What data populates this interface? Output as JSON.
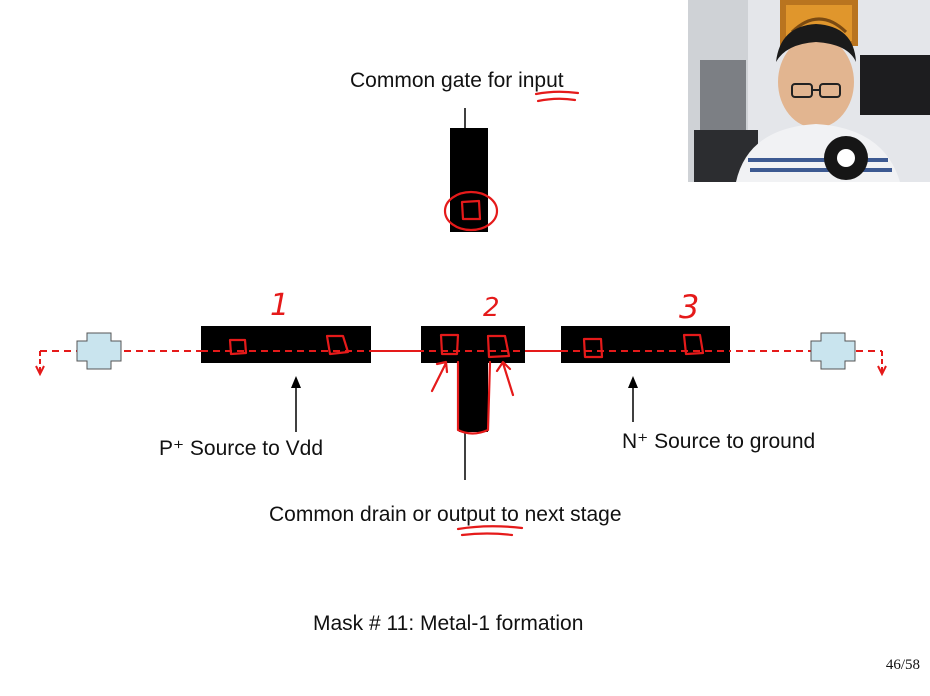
{
  "labels": {
    "gate": "Common gate for input",
    "p_source": "P⁺ Source to Vdd",
    "n_source": "N⁺ Source to ground",
    "drain": "Common drain or output to next stage",
    "mask": "Mask # 11: Metal-1 formation"
  },
  "annotations": {
    "n1": "1",
    "n2": "2",
    "n3": "3"
  },
  "page": "46/58",
  "colors": {
    "metal": "#000000",
    "pad": "#c9e4ee",
    "ink": "#e51a1a"
  }
}
